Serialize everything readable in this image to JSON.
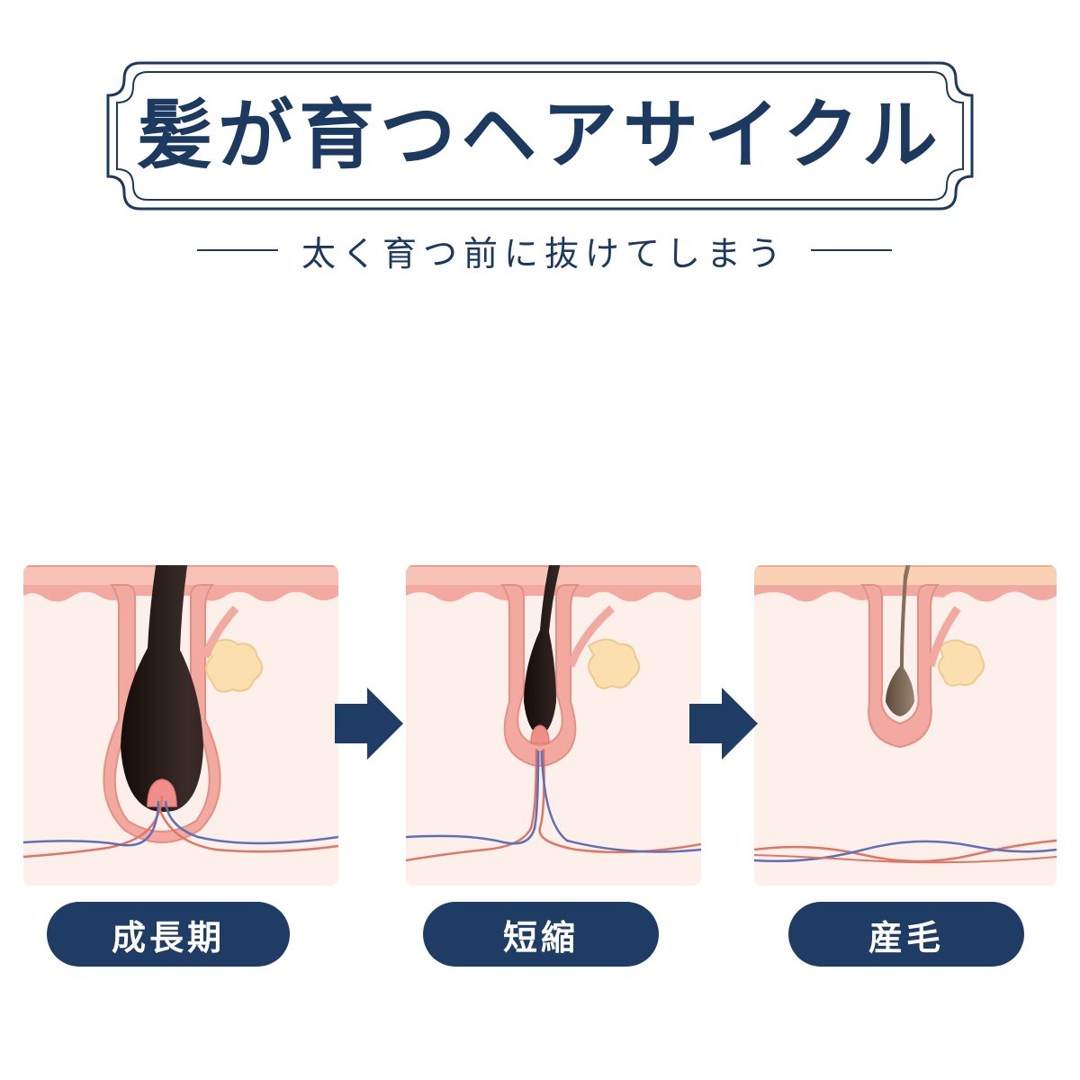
{
  "title": "髪が育つヘアサイクル",
  "subtitle": "太く育つ前に抜けてしまう",
  "stages": [
    {
      "label": "成長期"
    },
    {
      "label": "短縮"
    },
    {
      "label": "産毛"
    }
  ],
  "colors": {
    "navy": "#1f3c64",
    "skin_base": "#fdf0ea",
    "skin_top": "#f4b3aa",
    "hair_dark": "#241a17",
    "hair_vellus": "#7a6552",
    "sebaceous": "#fbdfae",
    "artery": "#e07565",
    "vein": "#5f6fb8"
  }
}
